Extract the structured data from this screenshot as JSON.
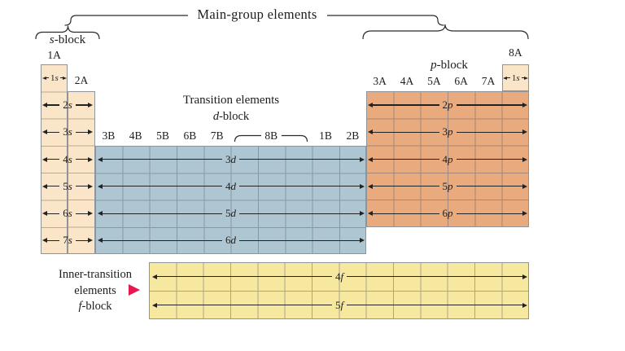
{
  "headings": {
    "main_group": "Main-group elements",
    "transition": "Transition elements",
    "inner_transition_line1": "Inner-transition",
    "inner_transition_line2": "elements",
    "s_block": "s-block",
    "p_block": "p-block",
    "d_block": "d-block",
    "f_block": "f-block"
  },
  "group_labels": {
    "left_a": [
      "1A",
      "2A"
    ],
    "b_row": [
      "3B",
      "4B",
      "5B",
      "6B",
      "7B",
      "8B",
      "1B",
      "2B"
    ],
    "right_a": [
      "3A",
      "4A",
      "5A",
      "6A",
      "7A"
    ],
    "top_right_a": "8A"
  },
  "orbitals": {
    "s_column": [
      "1s",
      "2s",
      "3s",
      "4s",
      "5s",
      "6s",
      "7s"
    ],
    "d_block": [
      "3d",
      "4d",
      "5d",
      "6d"
    ],
    "p_block": [
      "2p",
      "3p",
      "4p",
      "5p",
      "6p"
    ],
    "f_block": [
      "4f",
      "5f"
    ],
    "helium_cell": "1s"
  },
  "colors": {
    "s_fill": "#fae5c9",
    "s_line": "#b9aa93",
    "d_fill": "#aec6d1",
    "d_line": "#8798a4",
    "p_fill": "#e9aa7e",
    "p_line": "#a5887b",
    "f_fill": "#f7e8a0",
    "f_line": "#a9a58b",
    "stroke": "#2b2b2b",
    "pointer": "#e8174f"
  }
}
